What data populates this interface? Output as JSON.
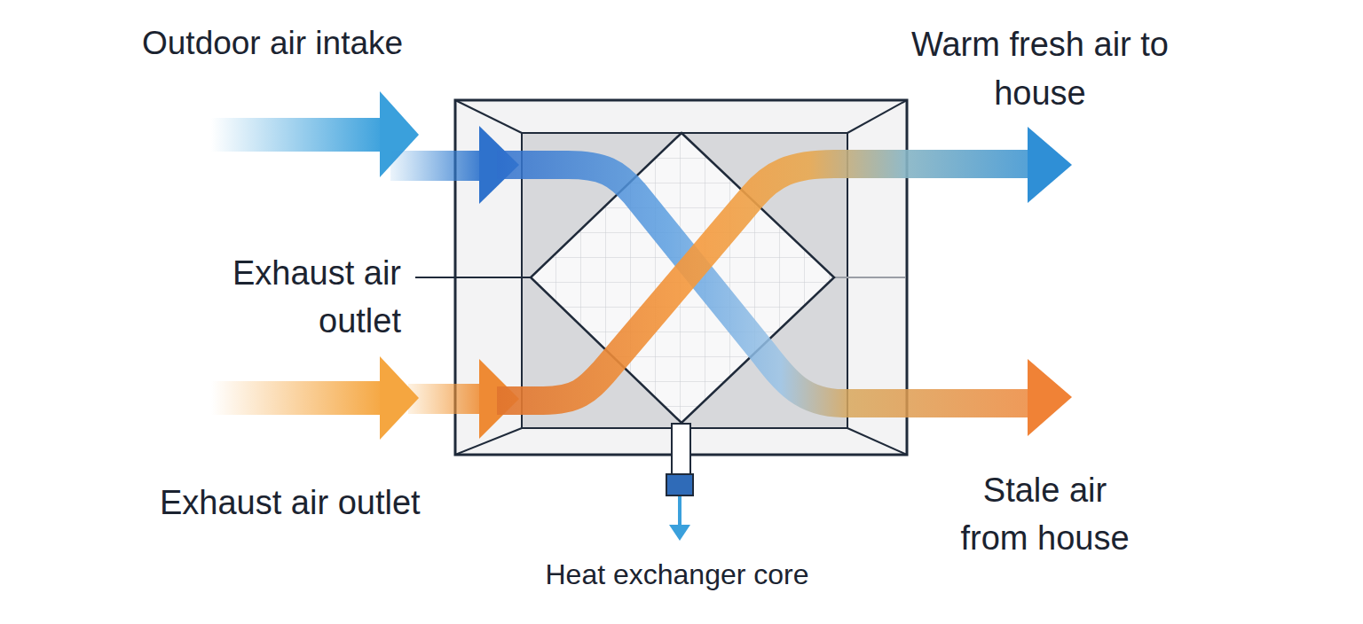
{
  "diagram": {
    "labels": [
      "Outdoor air intake",
      "Warm fresh air to house",
      "Exhaust air outlet",
      "Exhaust air outlet",
      "Stale air from house",
      "Heat exchanger core"
    ]
  }
}
